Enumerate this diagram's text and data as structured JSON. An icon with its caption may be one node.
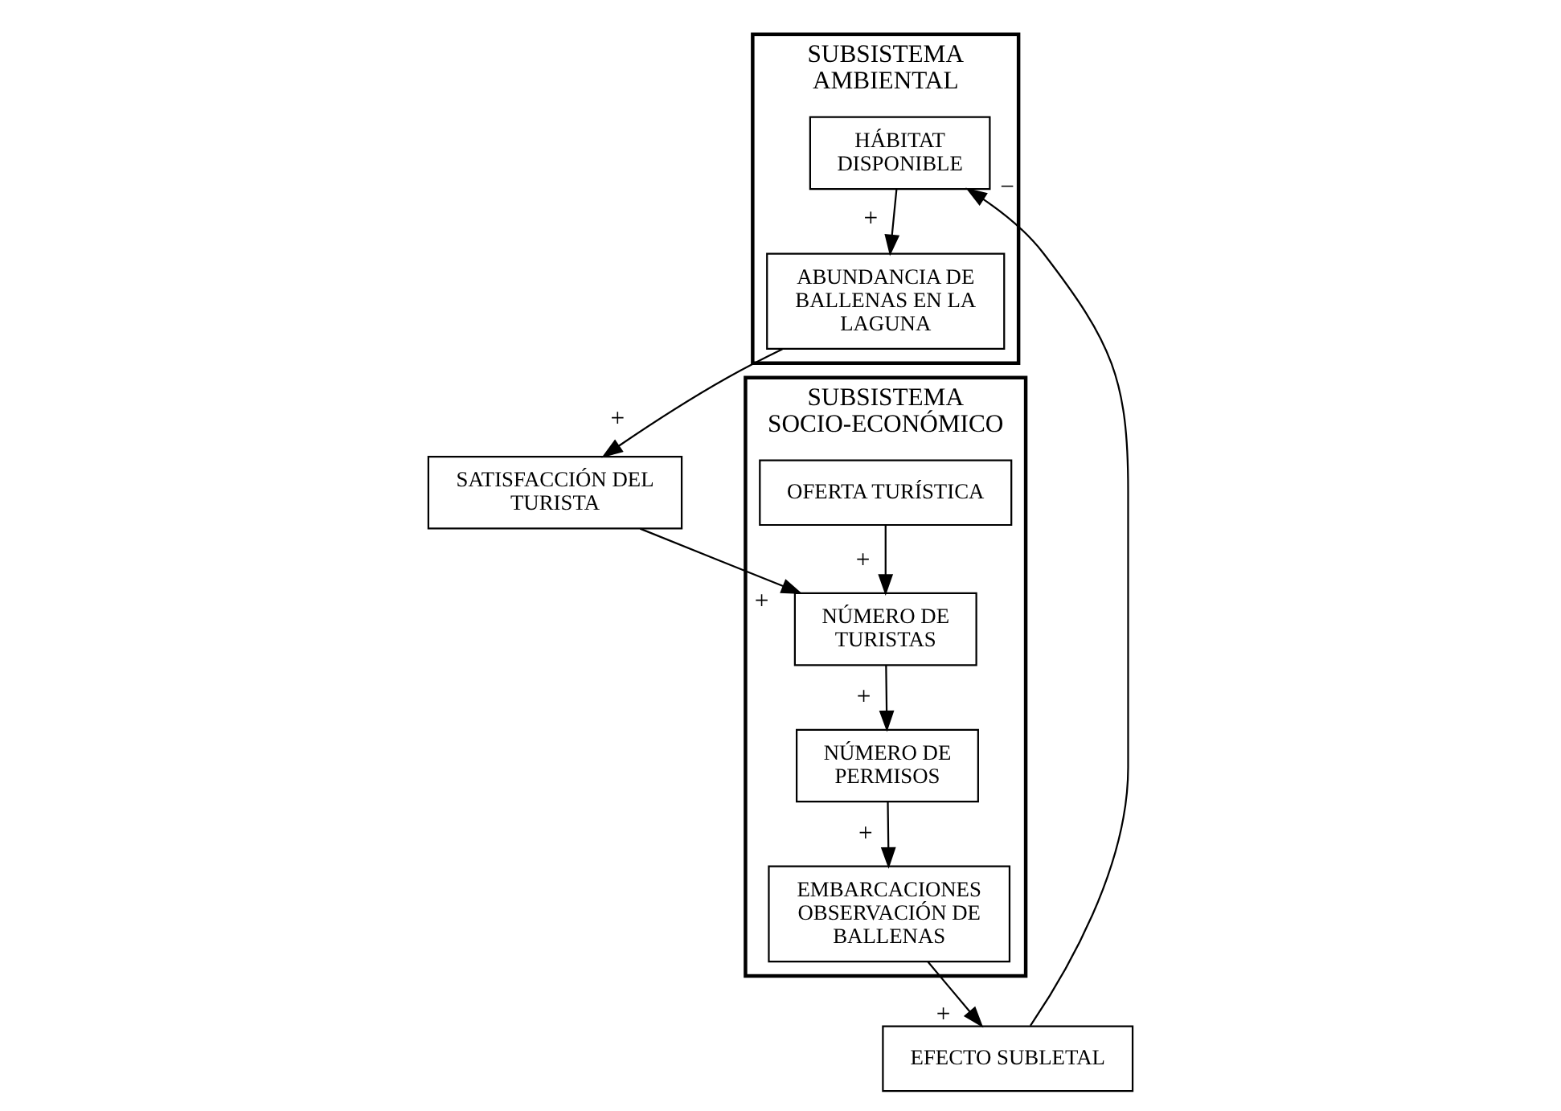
{
  "diagram": {
    "nodes": [
      {
        "text": [
          "SUBSISTEMA AMBIENTAL"
        ]
      },
      {
        "text": [
          "SUBSISTEMA SOCIO-ECONÓMICO"
        ]
      },
      {
        "text": [
          "EFECTO SUBLETAL"
        ]
      },
      {
        "text": [
          "HÁBITAT DISPONIBLE"
        ],
        "in": 0
      },
      {
        "text": [
          "ABUNDANCIA DE BALLENAS EN LA LAGUNA"
        ],
        "in": 0
      },
      {
        "text": [
          "SATISFACCIÓN DEL TURISTA"
        ]
      },
      {
        "text": [
          "EMBARCACIONES OBSERVACIÓN DE BALLENAS"
        ],
        "in": 1
      },
      {
        "text": [
          "NÚMERO DE PERMISOS"
        ],
        "in": 1
      },
      {
        "text": [
          "NÚMERO DE TURISTAS"
        ],
        "in": 1
      },
      {
        "text": [
          "OFERTA TURÍSTICA"
        ],
        "in": 1
      }
    ],
    "edges": [
      {
        "from": 2,
        "to": 3,
        "arrow": "to",
        "label": "−"
      },
      {
        "from": 3,
        "to": 4,
        "arrow": "to",
        "label": "+"
      },
      {
        "from": 4,
        "to": 5,
        "arrow": "to",
        "label": "+"
      },
      {
        "from": 5,
        "to": 8,
        "arrow": "to",
        "label": "+"
      },
      {
        "from": 9,
        "to": 8,
        "arrow": "to",
        "label": "+"
      },
      {
        "from": 8,
        "to": 7,
        "arrow": "to",
        "label": "+"
      },
      {
        "from": 7,
        "to": 6,
        "arrow": "to",
        "label": "+"
      },
      {
        "from": 6,
        "to": 2,
        "arrow": "to",
        "label": "+"
      }
    ]
  }
}
